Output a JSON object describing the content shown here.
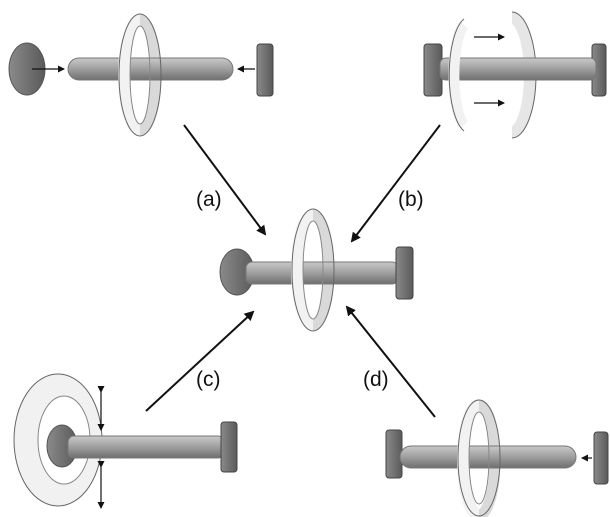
{
  "panel_labels": {
    "a": "(a)",
    "b": "(b)",
    "c": "(c)",
    "d": "(d)"
  },
  "colors": {
    "axle": "#9a9a9a",
    "stopper": "#6e6e6e",
    "ring": "#eeeeee",
    "arrow": "#111111"
  }
}
